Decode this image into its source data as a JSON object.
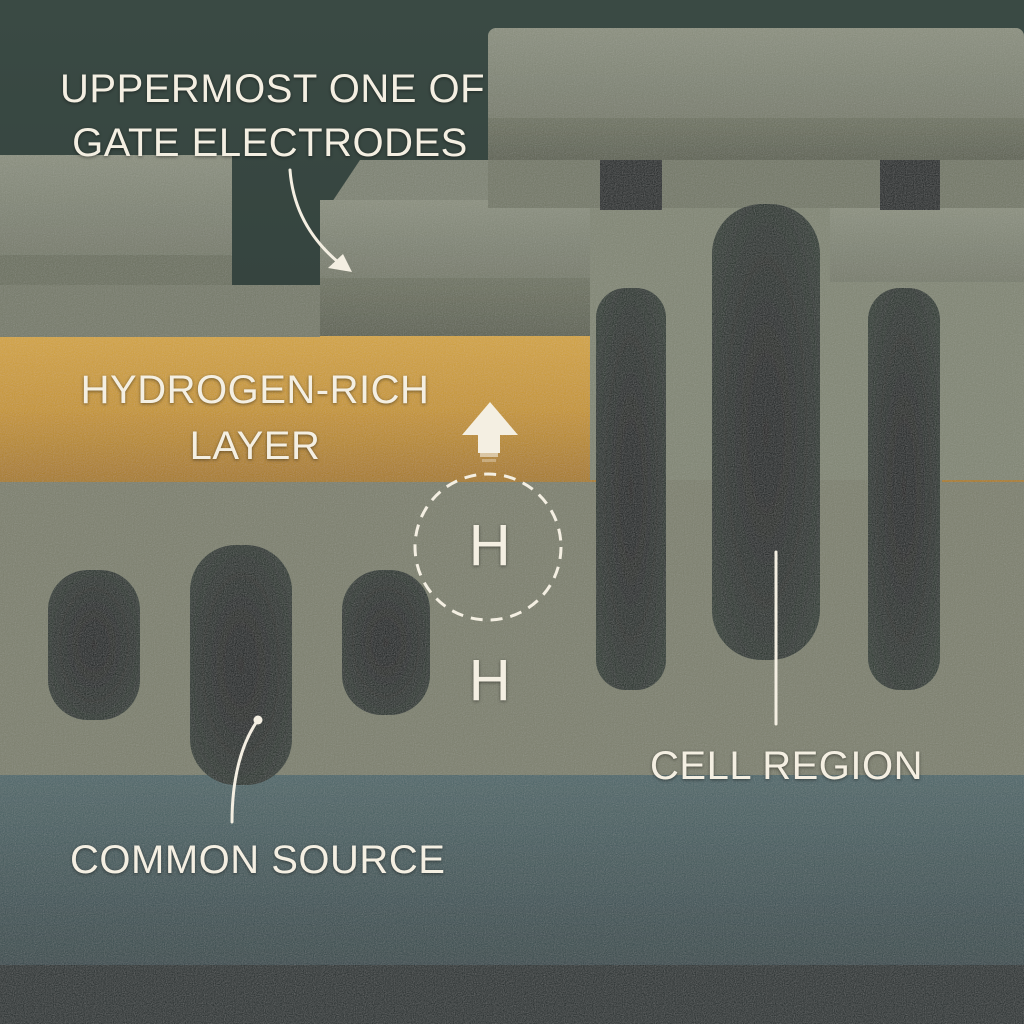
{
  "labels": {
    "gate_line1": "UPPERMOST ONE OF",
    "gate_line2": "GATE ELECTRODES",
    "hydrogen_line1": "HYDROGEN-RICH",
    "hydrogen_line2": "LAYER",
    "common_source": "COMMON SOURCE",
    "cell_region": "CELL REGION",
    "h_in_circle": "H",
    "h_below": "H"
  },
  "colors": {
    "gate_gray": "#7a7f6e",
    "hydrogen_layer": "#c89a2c",
    "substrate": "#3e5a5f",
    "void": "#101616",
    "label_text": "#f4efe2"
  },
  "icons": {
    "arrow": "up-arrow-icon"
  }
}
